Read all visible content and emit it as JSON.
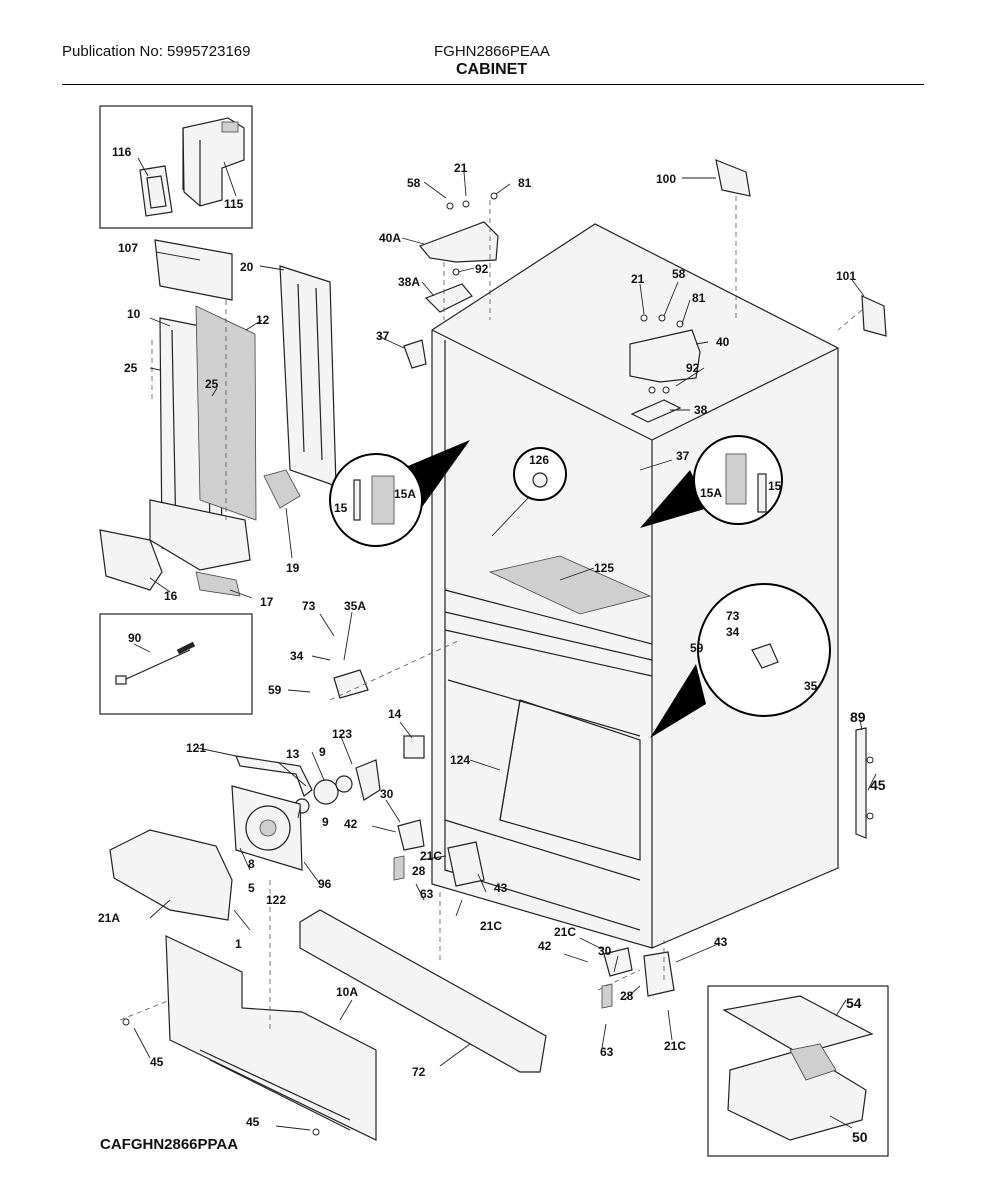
{
  "header": {
    "publication": "Publication No: 5995723169",
    "model": "FGHN2866PEAA",
    "section": "CABINET"
  },
  "footer": {
    "diagram_code": "CAFGHN2866PPAA"
  },
  "callouts": [
    "116",
    "115",
    "107",
    "20",
    "10",
    "12",
    "25",
    "25",
    "16",
    "17",
    "19",
    "58",
    "21",
    "81",
    "40A",
    "92",
    "38A",
    "37",
    "100",
    "101",
    "21",
    "58",
    "81",
    "40",
    "92",
    "38",
    "126",
    "37",
    "15",
    "15A",
    "15A",
    "15",
    "125",
    "90",
    "73",
    "35A",
    "34",
    "59",
    "73",
    "34",
    "59",
    "35",
    "14",
    "123",
    "9",
    "13",
    "9",
    "121",
    "124",
    "89",
    "45",
    "30",
    "42",
    "21C",
    "28",
    "43",
    "63",
    "21C",
    "8",
    "5",
    "96",
    "122",
    "21A",
    "1",
    "10A",
    "72",
    "21C",
    "42",
    "30",
    "43",
    "28",
    "63",
    "21C",
    "54",
    "50",
    "45",
    "45"
  ]
}
